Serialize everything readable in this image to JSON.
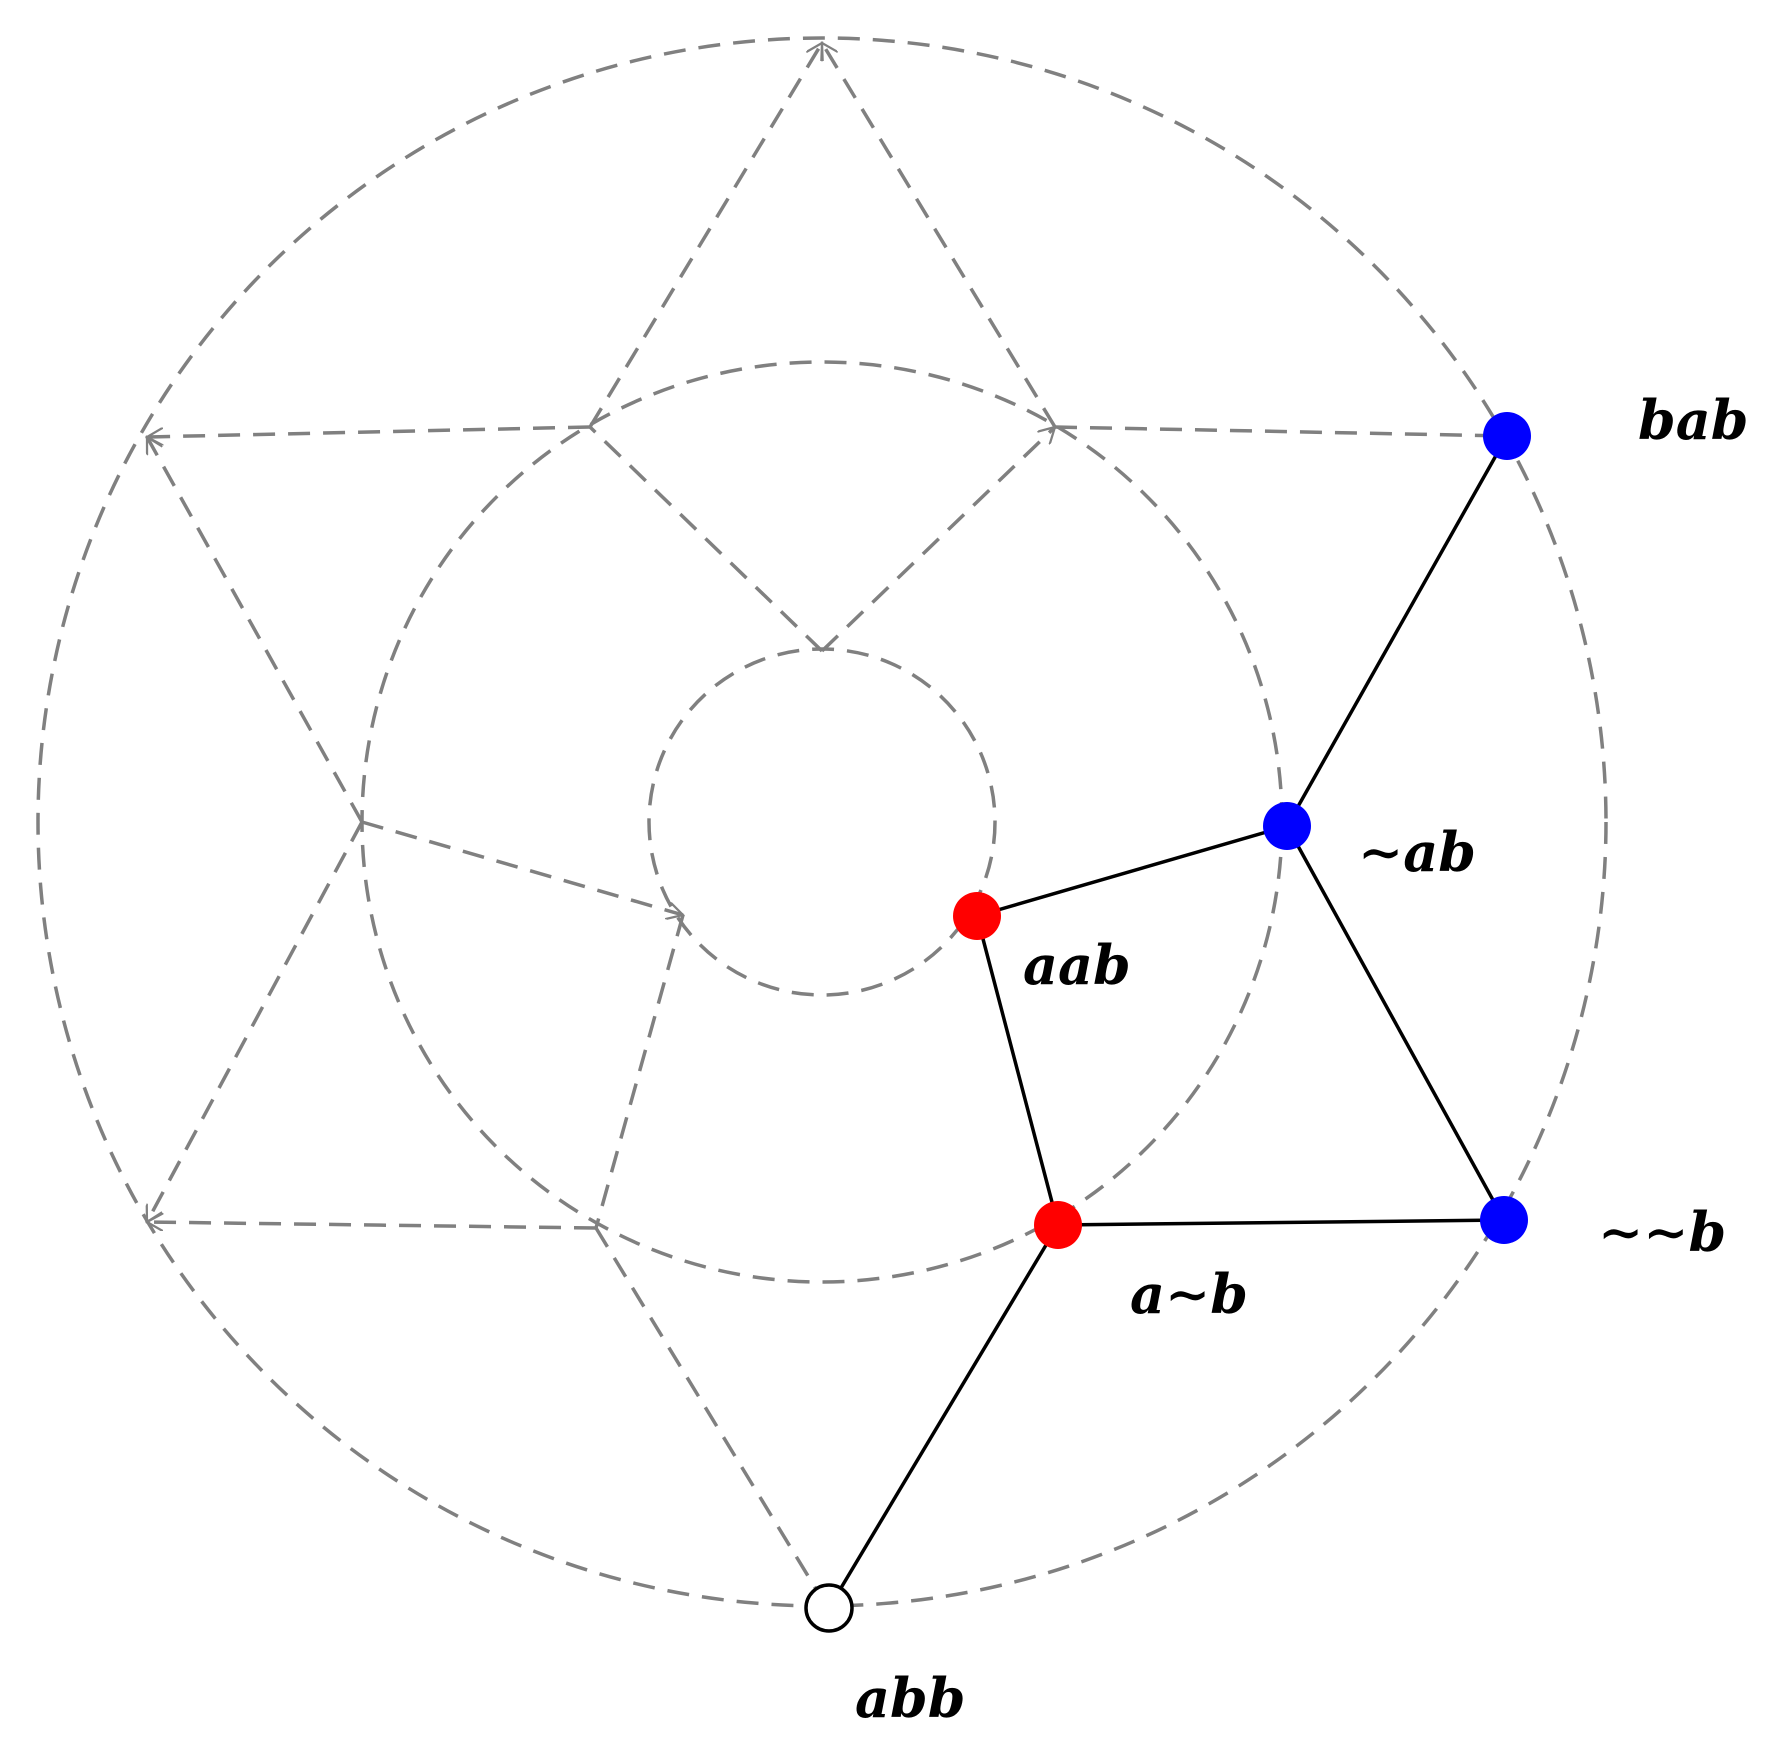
{
  "diagram": {
    "colors": {
      "background": "#ffffff",
      "guide_lines": "#808080",
      "edges": "#000000",
      "red_nodes": "#ff0000",
      "blue_nodes": "#0000ff",
      "open_node": "#000000"
    },
    "nodes": [
      {
        "id": "bab",
        "label": "bab",
        "color": "blue",
        "filled": true
      },
      {
        "id": "tab",
        "label": "∼ab",
        "color": "blue",
        "filled": true
      },
      {
        "id": "ttb",
        "label": "∼∼b",
        "color": "blue",
        "filled": true
      },
      {
        "id": "aab",
        "label": "aab",
        "color": "red",
        "filled": true
      },
      {
        "id": "atb",
        "label": "a∼b",
        "color": "red",
        "filled": true
      },
      {
        "id": "abb",
        "label": "abb",
        "color": "black",
        "filled": false
      }
    ],
    "edges": [
      [
        "bab",
        "tab"
      ],
      [
        "tab",
        "aab"
      ],
      [
        "tab",
        "ttb"
      ],
      [
        "aab",
        "atb"
      ],
      [
        "atb",
        "ttb"
      ],
      [
        "atb",
        "abb"
      ]
    ],
    "guides": {
      "concentric_circles": 3,
      "arrows": 6,
      "style": "dashed"
    }
  }
}
